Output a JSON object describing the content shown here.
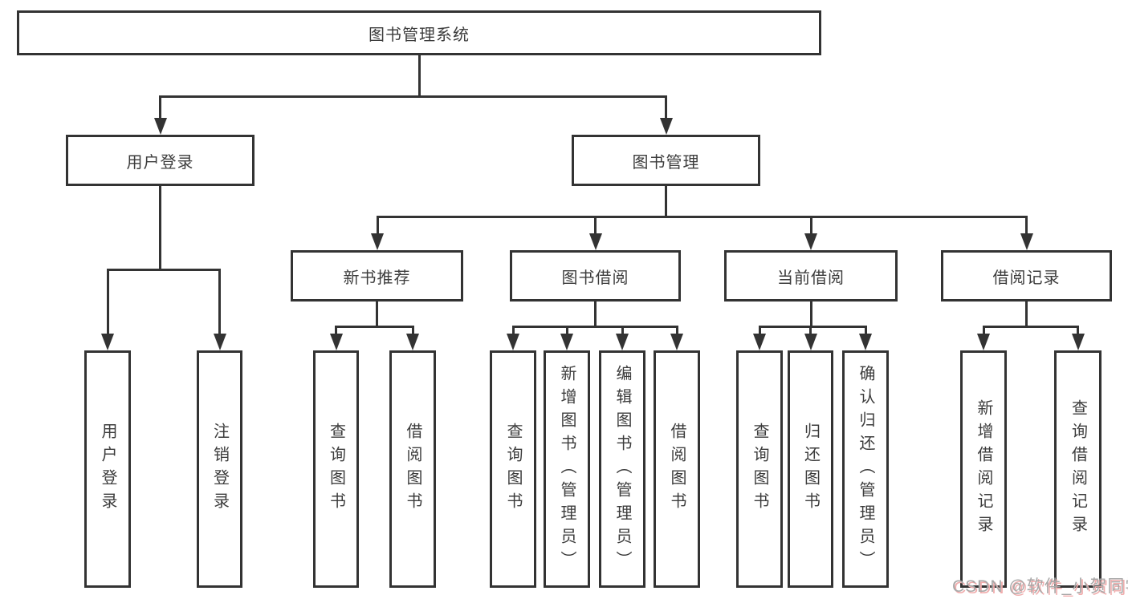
{
  "page": {
    "background_color": "#ffffff",
    "line_color": "#333333",
    "text_color": "#3c3c3c"
  },
  "diagram": {
    "root": {
      "label": "图书管理系统"
    },
    "level2": [
      {
        "label": "用户登录"
      },
      {
        "label": "图书管理"
      }
    ],
    "level3": [
      {
        "label": "新书推荐"
      },
      {
        "label": "图书借阅"
      },
      {
        "label": "当前借阅"
      },
      {
        "label": "借阅记录"
      }
    ],
    "leaves": {
      "user_login": [
        "用户登录",
        "注销登录"
      ],
      "new_book": [
        "查询图书",
        "借阅图书"
      ],
      "book_borrow": [
        "查询图书",
        "新增图书（管理员）",
        "编辑图书（管理员）",
        "借阅图书"
      ],
      "current_borrow": [
        "查询图书",
        "归还图书",
        "确认归还（管理员）"
      ],
      "borrow_records": [
        "新增借阅记录",
        "查询借阅记录"
      ]
    }
  },
  "watermark": {
    "text": "CSDN @软件_小贺同学",
    "color": "#a8a8a8",
    "shadow_color": "#f0acac"
  }
}
